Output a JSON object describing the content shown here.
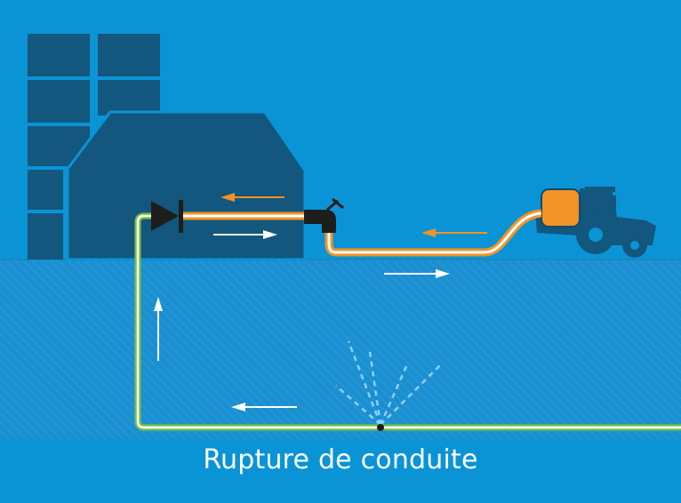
{
  "caption": "Rupture de conduite",
  "colors": {
    "sky": "#0a94d6",
    "ground": "#1690d2",
    "building": "#13567e",
    "contaminated_pipe": "#f39325",
    "clean_pipe": "#7ac143",
    "pipe_core": "#ffffff",
    "valve": "#1d1d1b",
    "leak_spray": "#8fd0f4"
  },
  "icons": [
    "building",
    "tank-tractor",
    "backflow-check-valve",
    "hydrant-tap",
    "pipe-burst-spray"
  ]
}
